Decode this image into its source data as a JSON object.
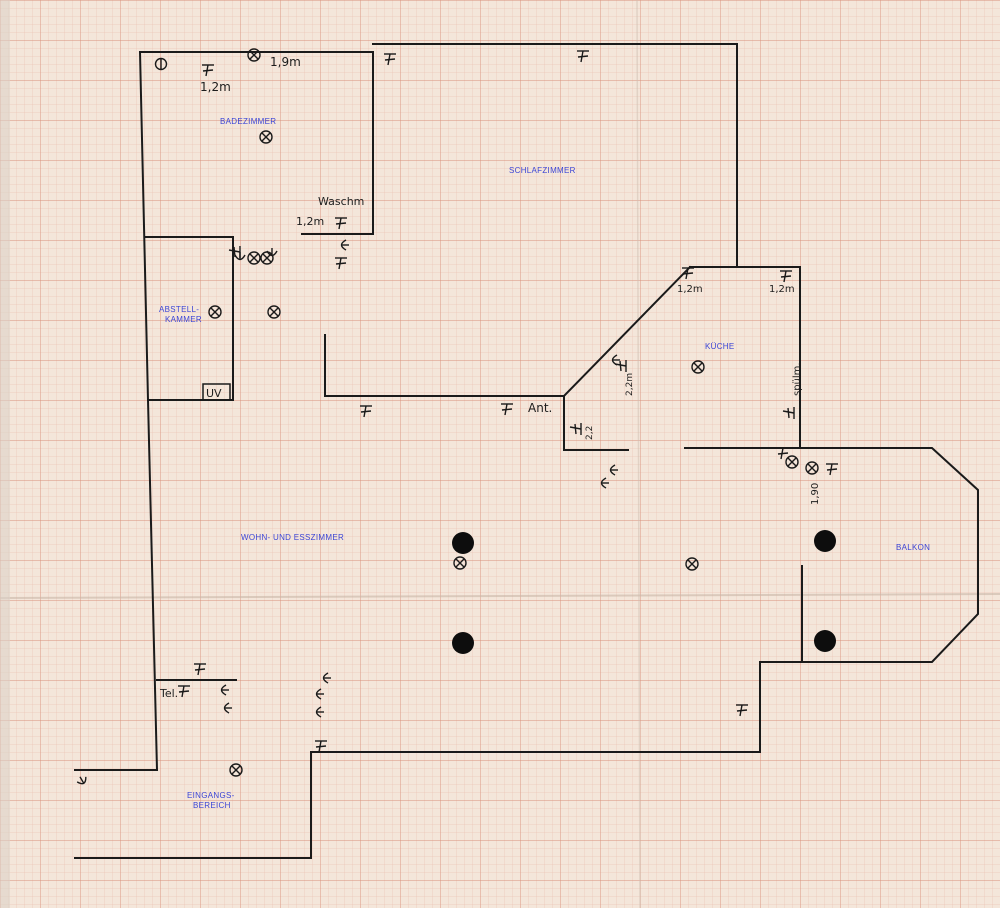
{
  "rooms": {
    "badezimmer": "BADEZIMMER",
    "schlafzimmer": "SCHLAFZIMMER",
    "abstellkammer_1": "ABSTELL-",
    "abstellkammer_2": "KAMMER",
    "kueche": "KÜCHE",
    "wohn_esszimmer": "WOHN- UND ESSZIMMER",
    "balkon": "BALKON",
    "eingang_1": "EINGANGS-",
    "eingang_2": "BEREICH"
  },
  "annotations": {
    "bath_height_1": "1,9m",
    "bath_height_2": "1,2m",
    "waschm": "Waschm",
    "waschm_height": "1,2m",
    "kitchen_height_1": "1,2m",
    "kitchen_height_2": "1,2m",
    "kitchen_diag": "2,2m",
    "kitchen_small": "2,2",
    "spuelm": "spülm.",
    "balcony_height": "1,90",
    "ant": "Ant.",
    "uv": "UV",
    "tel": "Tel."
  }
}
